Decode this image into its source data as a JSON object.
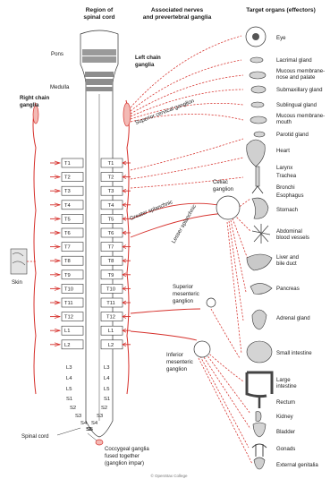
{
  "headers": {
    "region_line1": "Region of",
    "region_line2": "spinal cord",
    "nerves_line1": "Associated nerves",
    "nerves_line2": "and prevertebral ganglia",
    "targets": "Target organs (effectors)"
  },
  "brain": {
    "pons": "Pons",
    "medulla": "Medulla"
  },
  "chains": {
    "left1": "Left chain",
    "left2": "ganglia",
    "right1": "Right chain",
    "right2": "ganglia"
  },
  "ganglia": {
    "superior_cervical": "Superior cervical ganglion",
    "greater_splanchnic": "Greater splanchnic",
    "lesser_splanchnic": "Lesser splanchnic",
    "celiac1": "Celiac",
    "celiac2": "ganglion",
    "sup_mes1": "Superior",
    "sup_mes2": "mesenteric",
    "sup_mes3": "ganglion",
    "inf_mes1": "Inferior",
    "inf_mes2": "mesenteric",
    "inf_mes3": "ganglion"
  },
  "segments_left": [
    "T1",
    "T2",
    "T3",
    "T4",
    "T5",
    "T6",
    "T7",
    "T8",
    "T9",
    "T10",
    "T11",
    "T12",
    "L1",
    "L2"
  ],
  "segments_right": [
    "T1",
    "T2",
    "T3",
    "T4",
    "T5",
    "T6",
    "T7",
    "T8",
    "T9",
    "T10",
    "T11",
    "T12",
    "L1",
    "L2"
  ],
  "lower_left": [
    "L3",
    "L4",
    "L5",
    "S1",
    "S2",
    "S3",
    "S4",
    "S5"
  ],
  "lower_right": [
    "L3",
    "L4",
    "L5",
    "S1",
    "S2",
    "S3",
    "S4",
    "S5"
  ],
  "skin": "Skin",
  "spinal_cord": "Spinal cord",
  "coccygeal": [
    "Coccygeal ganglia",
    "fused together",
    "(ganglion impar)"
  ],
  "organs": [
    "Eye",
    "Lacrimal gland",
    "Mucous membrane-",
    "nose and palate",
    "Submaxillary gland",
    "Sublingual gland",
    "Mucous membrane-",
    "mouth",
    "Parotid gland",
    "Heart",
    "Larynx",
    "Trachea",
    "Bronchi",
    "Esophagus",
    "Stomach",
    "Abdominal",
    "blood vessels",
    "Liver and",
    "bile duct",
    "Pancreas",
    "Adrenal gland",
    "Small intestine",
    "Large",
    "intestine",
    "Rectum",
    "Kidney",
    "Bladder",
    "Gonads",
    "External genitalia"
  ],
  "credit": "© OpenStax College",
  "colors": {
    "nerve": "#d6302b",
    "organ_fill": "#cfcfcf",
    "cord_dark": "#8d8d8d"
  }
}
